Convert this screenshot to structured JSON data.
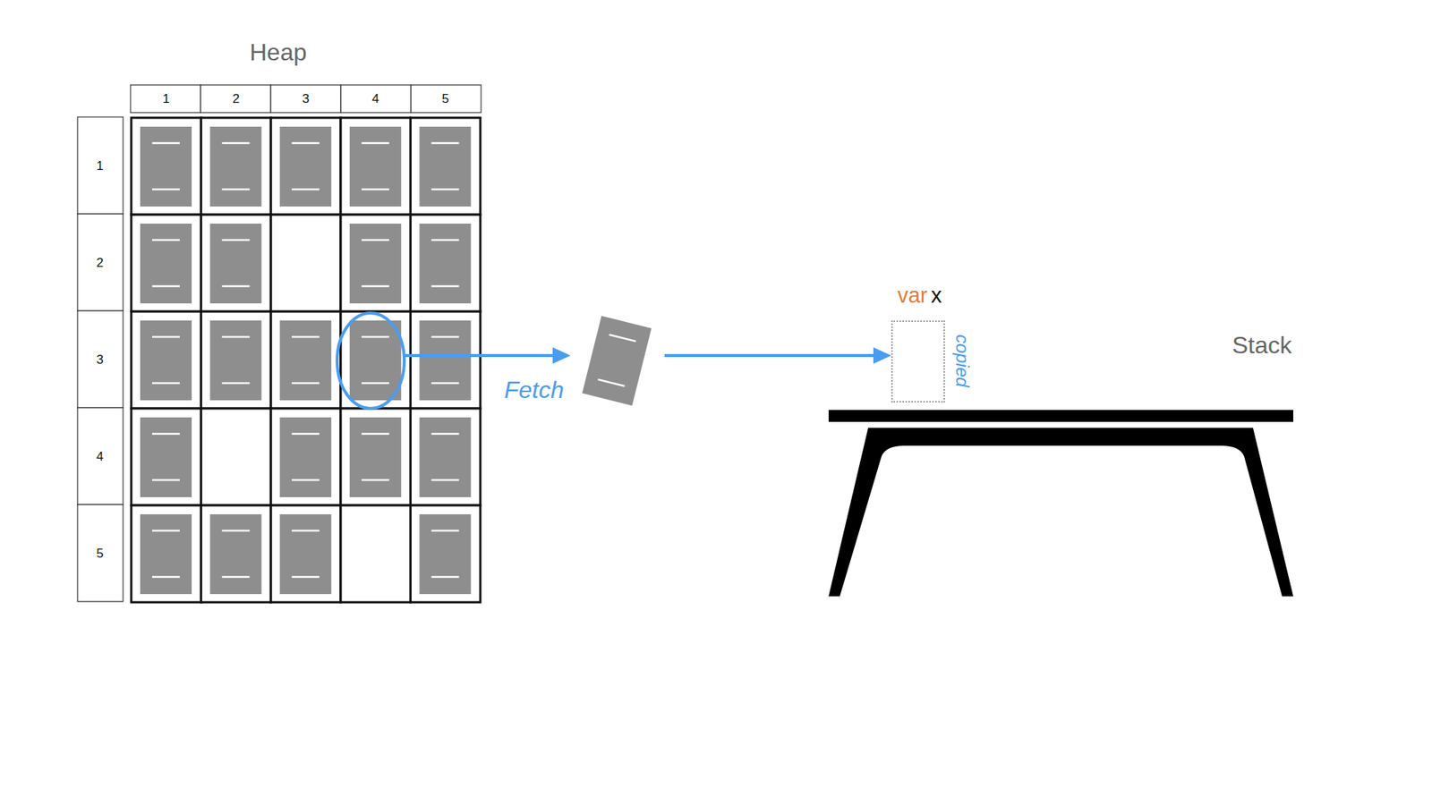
{
  "diagram": {
    "nodes": [
      {
        "text": [
          "Heap"
        ]
      },
      {
        "text": [
          "var",
          "x"
        ]
      }
    ],
    "edges": [
      {
        "from": 0,
        "to": 1,
        "arrow": "to",
        "label": "Fetch"
      }
    ],
    "labels": [
      "1",
      "2",
      "3",
      "4",
      "5",
      "1",
      "2",
      "3",
      "4",
      "5",
      "copied",
      "Stack"
    ]
  }
}
